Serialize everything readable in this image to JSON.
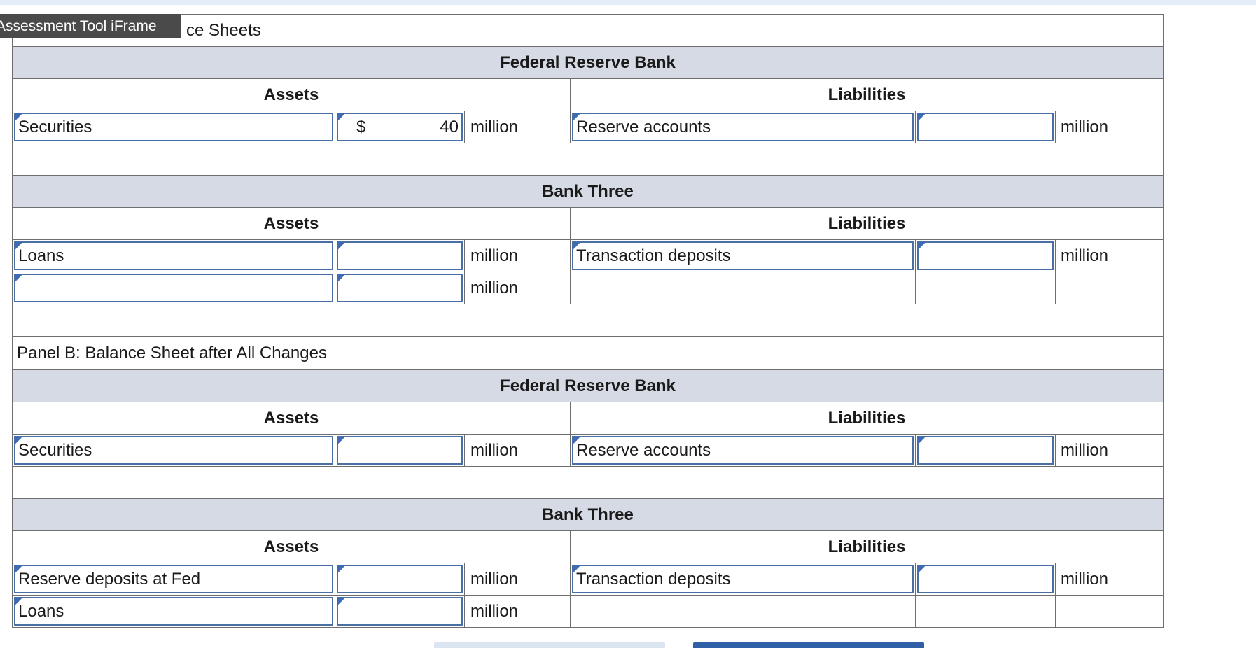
{
  "overlay_tag": "Assessment Tool iFrame",
  "table_title_partial": "ce Sheets",
  "colors": {
    "header_bg": "#d5dae4",
    "field_border": "#4a6fa5",
    "tag_bg": "#4a4a4a",
    "primary_button": "#2f5fa6"
  },
  "headers": {
    "assets": "Assets",
    "liabilities": "Liabilities"
  },
  "unit": "million",
  "panel_a": {
    "fed_title": "Federal Reserve Bank",
    "fed_asset_name": "Securities",
    "fed_asset_currency": "$",
    "fed_asset_value": "40",
    "fed_liab_name": "Reserve accounts",
    "fed_liab_value": "",
    "bank_title": "Bank Three",
    "bank_asset1_name": "Loans",
    "bank_asset1_value": "",
    "bank_asset2_name": "",
    "bank_asset2_value": "",
    "bank_liab_name": "Transaction deposits",
    "bank_liab_value": ""
  },
  "panel_b": {
    "title": "Panel B: Balance Sheet after All Changes",
    "fed_title": "Federal Reserve Bank",
    "fed_asset_name": "Securities",
    "fed_asset_value": "",
    "fed_liab_name": "Reserve accounts",
    "fed_liab_value": "",
    "bank_title": "Bank Three",
    "bank_asset1_name": "Reserve deposits at Fed",
    "bank_asset1_value": "",
    "bank_asset2_name": "Loans",
    "bank_asset2_value": "",
    "bank_liab_name": "Transaction deposits",
    "bank_liab_value": ""
  }
}
